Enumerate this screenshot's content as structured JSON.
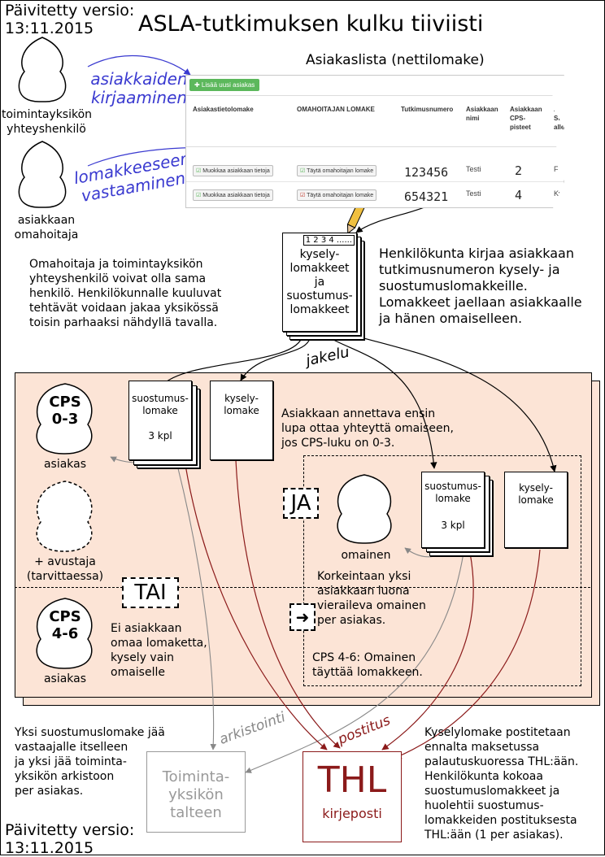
{
  "version_label": "Päivitetty versio:",
  "version_date": "13:11.2015",
  "title": "ASLA-tutkimuksen kulku tiiviisti",
  "persons": {
    "contact": "toimintayksikön\nyhteyshenkilö",
    "caretaker": "asiakkaan\nomahoitaja",
    "client1": "asiakas",
    "assistant": "+ avustaja\n(tarvittaessa)",
    "relative": "omainen",
    "client2": "asiakas"
  },
  "hand": {
    "register": "asiakkaiden\nkirjaaminen",
    "answer": "lomakkeeseen\nvastaaminen",
    "distribution": "jakelu",
    "archiving": "arkistointi",
    "posting": "postitus"
  },
  "webform": {
    "title": "Asiakaslista (nettilomake)",
    "add_button": "✚ Lisää uusi asiakas",
    "headers": [
      "Asiakastietolomake",
      "OMAHOITAJAN LOMAKE",
      "Tutkimusnumero",
      "Asiakkaan nimi",
      "Asiakkaan CPS-pisteet",
      "ASIAK Suos allek"
    ],
    "rows": [
      {
        "edit": "Muokkaa asiakkaan tietoja",
        "fill": "Täytä omahoitajan lomake",
        "number": "123456",
        "name": "Testi",
        "cps": "2",
        "extra": "F"
      },
      {
        "edit": "Muokkaa asiakkaan tietoja",
        "fill": "Täytä omahoitajan lomake",
        "number": "654321",
        "name": "Testi",
        "cps": "4",
        "extra": "Ky"
      }
    ]
  },
  "stack": {
    "tabs": "1 2 3 4 ......",
    "text": "kysely-\nlomakkeet\nja\nsuostumus-\nlomakkeet"
  },
  "texts": {
    "caretaker_note": "Omahoitaja ja toimintayksikön\nyhteyshenkilö voivat olla sama\nhenkilö. Henkilökunnalle kuuluvat\ntehtävät voidaan jakaa yksikössä\ntoisin parhaaksi nähdyllä tavalla.",
    "staff_note": "Henkilökunta kirjaa asiakkaan\ntutkimusnumeron kysely- ja\nsuostumuslomakkeille.\nLomakkeet jaellaan asiakkaalle\nja hänen omaiselleen.",
    "permission_note": "Asiakkaan annettava ensin\nlupa ottaa yhteyttä omaiseen,\njos CPS-luku on 0-3.",
    "relative_note": "Korkeintaan yksi\nasiakkaan luona\nvieraileva omainen\nper asiakas.",
    "no_form_note": "Ei asiakkaan\nomaa lomaketta,\nkysely vain\nomaiselle",
    "relative_fills": "CPS 4-6: Omainen\ntäyttää lomakkeen.",
    "archive_note": "Yksi suostumuslomake jää\nvastaajalle itselleen\nja yksi jää toiminta-\nyksikön arkistoon\nper asiakas.",
    "mail_note": "Kyselylomake postitetaan\nennalta maksetussa\npalautuskuoressa THL:ään.\n  Henkilökunta kokoaa\nsuostumuslomakkeet ja\nhuolehtii suostumus-\nlomakkeiden postituksesta\nTHL:ään (1 per asiakas)."
  },
  "cps_low": "CPS\n0-3",
  "cps_high": "CPS\n4-6",
  "forms": {
    "consent": "suostumus-\nlomake",
    "count": "3 kpl",
    "survey": "kysely-\nlomake"
  },
  "tags": {
    "and": "JA",
    "or": "TAI",
    "arrow": "➜"
  },
  "boxes": {
    "archive": "Toiminta-\nyksikön\ntalteen",
    "thl_title": "THL",
    "thl_sub": "kirjeposti"
  },
  "colors": {
    "hand_blue": "#3a3ad0",
    "salmon": "#fce4d6",
    "thl_red": "#8b1a1a",
    "archive_gray": "#999999"
  }
}
